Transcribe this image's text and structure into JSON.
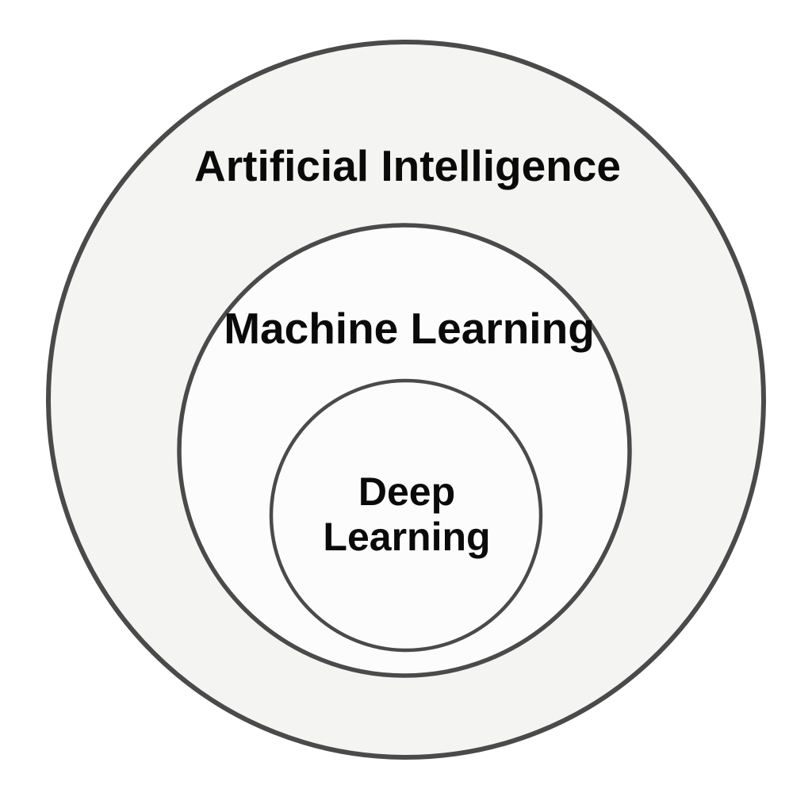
{
  "diagram": {
    "circles": [
      {
        "id": "artificial-intelligence",
        "label": "Artificial Intelligence"
      },
      {
        "id": "machine-learning",
        "label": "Machine Learning"
      },
      {
        "id": "deep-learning",
        "label": "Deep Learning",
        "label_lines": [
          "Deep",
          "Learning"
        ]
      }
    ],
    "colors": {
      "background": "#ffffff",
      "circle_stroke": "#4a4a4a",
      "outer_fill": "#f4f4f3",
      "middle_fill": "#fcfcfc",
      "inner_fill": "#fcfcfc",
      "label_text": "#0a0a0a"
    }
  }
}
